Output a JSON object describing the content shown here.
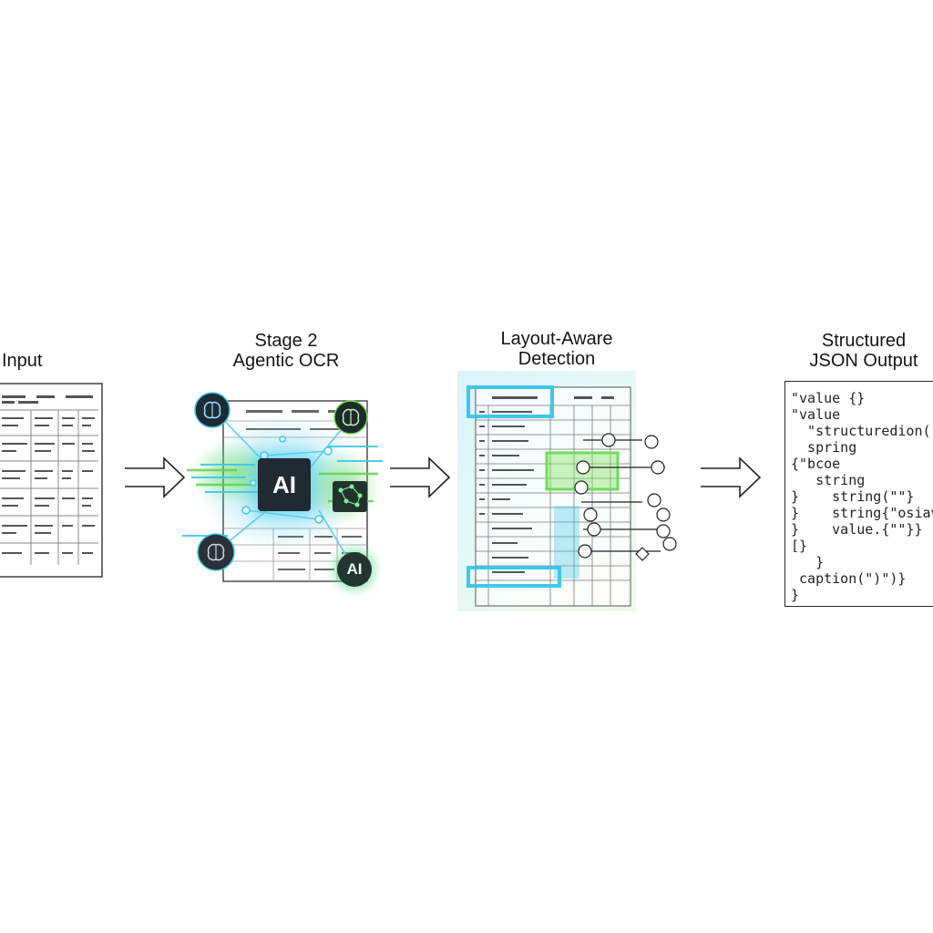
{
  "stages": [
    {
      "id": "input",
      "lines": [
        "Input"
      ]
    },
    {
      "id": "agentic-ocr",
      "lines": [
        "Stage 2",
        "Agentic OCR"
      ]
    },
    {
      "id": "layout-detection",
      "lines": [
        "Layout-Aware",
        "Detection"
      ]
    },
    {
      "id": "json-output",
      "lines": [
        "Structured",
        "JSON Output"
      ]
    }
  ],
  "agentic_ocr": {
    "main_label": "AI",
    "badge_label": "AI",
    "icons": [
      "brain-icon",
      "brain-icon",
      "brain-icon",
      "network-icon"
    ]
  },
  "json_output": {
    "lines": [
      "\"value {}",
      "\"value",
      "  \"structuredion(\"\")",
      "  spring",
      "{\"bcoe",
      "   string",
      "}    string(\"\"}",
      "}    string{\"osiav",
      "}    value.{\"\"}}",
      "[}",
      "   }",
      " caption(\")\")}",
      "}"
    ]
  },
  "colors": {
    "accent_cyan": "#3ec7ea",
    "accent_green": "#6fdc5a",
    "ink": "#1a1a1a"
  }
}
